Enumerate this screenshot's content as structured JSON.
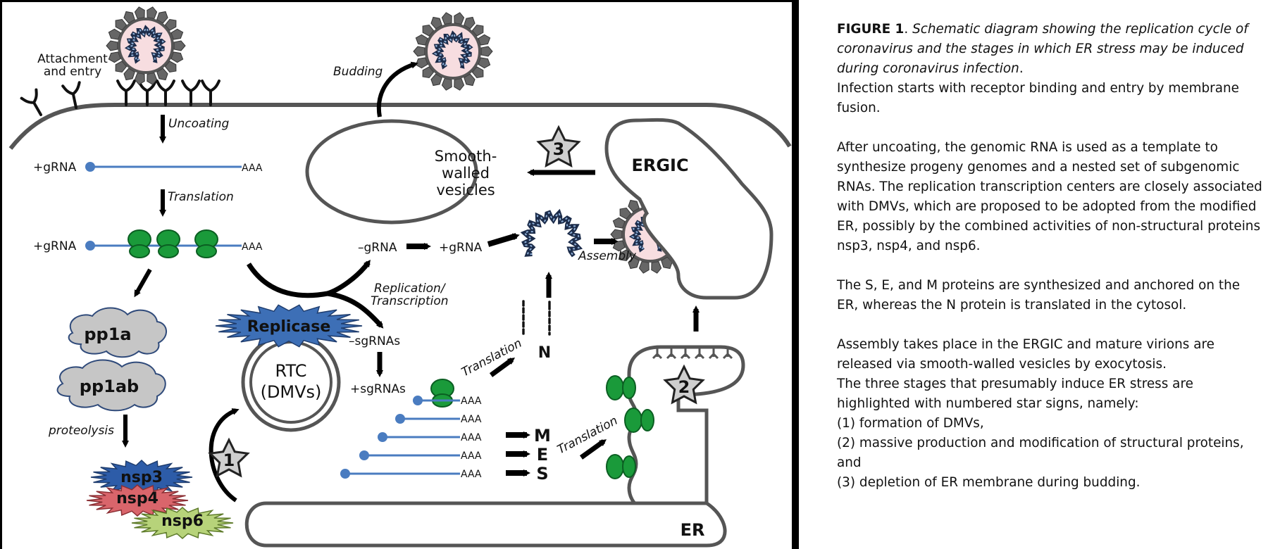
{
  "diagram": {
    "labels": {
      "attachment": "Attachment",
      "and_entry": "and entry",
      "uncoating": "Uncoating",
      "grna1": "+gRNA",
      "aaa1": "AAA",
      "translation1": "Translation",
      "grna2": "+gRNA",
      "aaa2": "AAA",
      "pp1a": "pp1a",
      "pp1ab": "pp1ab",
      "proteolysis": "proteolysis",
      "nsp3": "nsp3",
      "nsp4": "nsp4",
      "nsp6": "nsp6",
      "replicase": "Replicase",
      "rtc": "RTC",
      "dmvs": "(DMVs)",
      "budding": "Budding",
      "smooth1": "Smooth-",
      "smooth2": "walled",
      "smooth3": "vesicles",
      "ergic": "ERGIC",
      "minus_grna": "–gRNA",
      "plus_grna": "+gRNA",
      "assembly": "Assembly",
      "replication1": "Replication/",
      "replication2": "Transcription",
      "minus_sgrnas": "–sgRNAs",
      "plus_sgrnas": "+sgRNAs",
      "translation2": "Translation",
      "n": "N",
      "aaa_lines": [
        "AAA",
        "AAA",
        "AAA",
        "AAA",
        "AAA"
      ],
      "m": "M",
      "e": "E",
      "s": "S",
      "translation3": "Translation",
      "er": "ER",
      "star1": "1",
      "star2": "2",
      "star3": "3"
    },
    "colors": {
      "rna": "#4a7cc0",
      "ribosome": "#1a9a3a",
      "cloud": "#c6c6c6",
      "replicase": "#3d6fb6",
      "nsp3": "#2d5ca8",
      "nsp4": "#d9656b",
      "nsp6": "#b7d37a",
      "virion_core": "#f7dde0",
      "star": "#cfcfcf"
    }
  },
  "caption": {
    "figure_label": "FIGURE 1",
    "title_sep": ". ",
    "title": "Schematic diagram showing the replication cycle of coronavirus and the stages in which ER stress may be induced during coronavirus infection",
    "title_end": ".",
    "p1": "Infection starts with receptor binding and entry by membrane fusion.",
    "p2": "After uncoating, the genomic RNA is used as a template to synthesize progeny genomes and a nested set of subgenomic RNAs. The replication transcription centers are closely associated with DMVs, which are proposed to be adopted from the modified ER, possibly by the combined activities of non-structural proteins nsp3, nsp4, and nsp6.",
    "p3": "The S, E, and M proteins are synthesized and anchored on the ER, whereas the N protein is translated in the cytosol.",
    "p4a": "Assembly takes place in the ERGIC and mature virions are released via smooth-walled vesicles by exocytosis.",
    "p4b": "The three stages that presumably induce ER stress are highlighted with numbered star signs, namely:",
    "p4c": "(1) formation of DMVs,",
    "p4d": "(2) massive production and modification of structural proteins, and",
    "p4e": "(3) depletion of ER membrane during budding."
  }
}
